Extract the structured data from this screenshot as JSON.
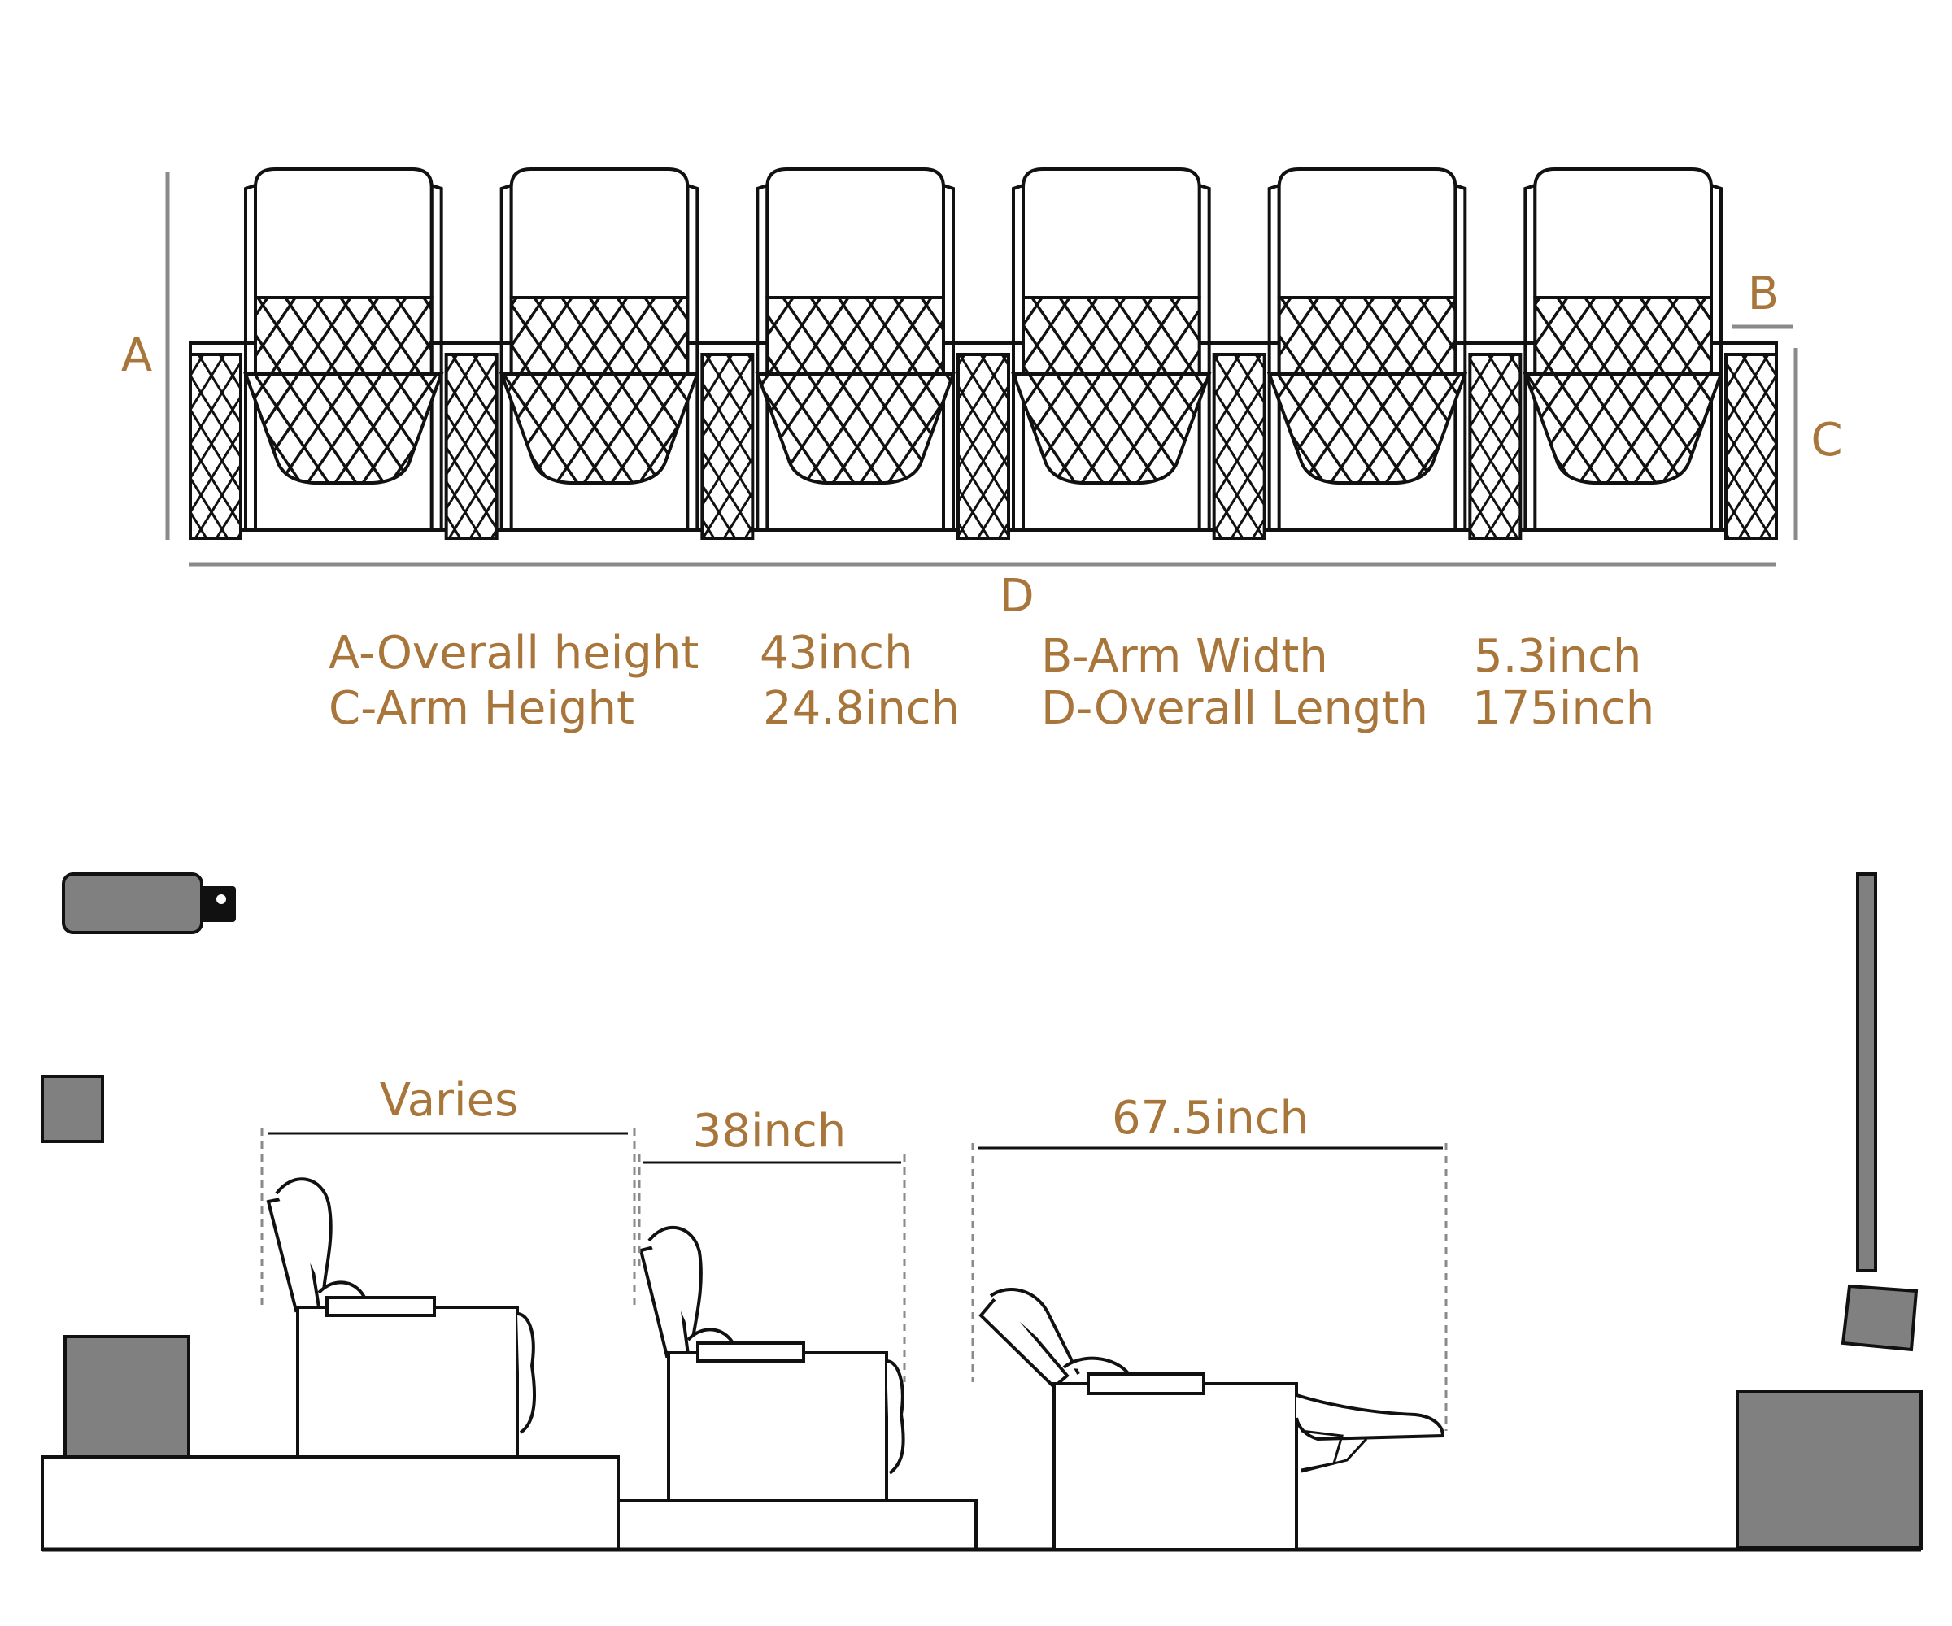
{
  "front_view": {
    "seat_count": 6,
    "labels": {
      "a": "A",
      "b": "B",
      "c": "C",
      "d": "D"
    }
  },
  "specs": [
    {
      "label": "A-Overall height",
      "value": "43inch"
    },
    {
      "label": "B-Arm Width",
      "value": "5.3inch"
    },
    {
      "label": "C-Arm Height",
      "value": "24.8inch"
    },
    {
      "label": "D-Overall Length",
      "value": "175inch"
    }
  ],
  "side_view": {
    "row1_label": "Varies",
    "row2_label": "38inch",
    "row3_label": "67.5inch"
  },
  "colors": {
    "accent": "#a8753a",
    "equipment": "#808080"
  }
}
